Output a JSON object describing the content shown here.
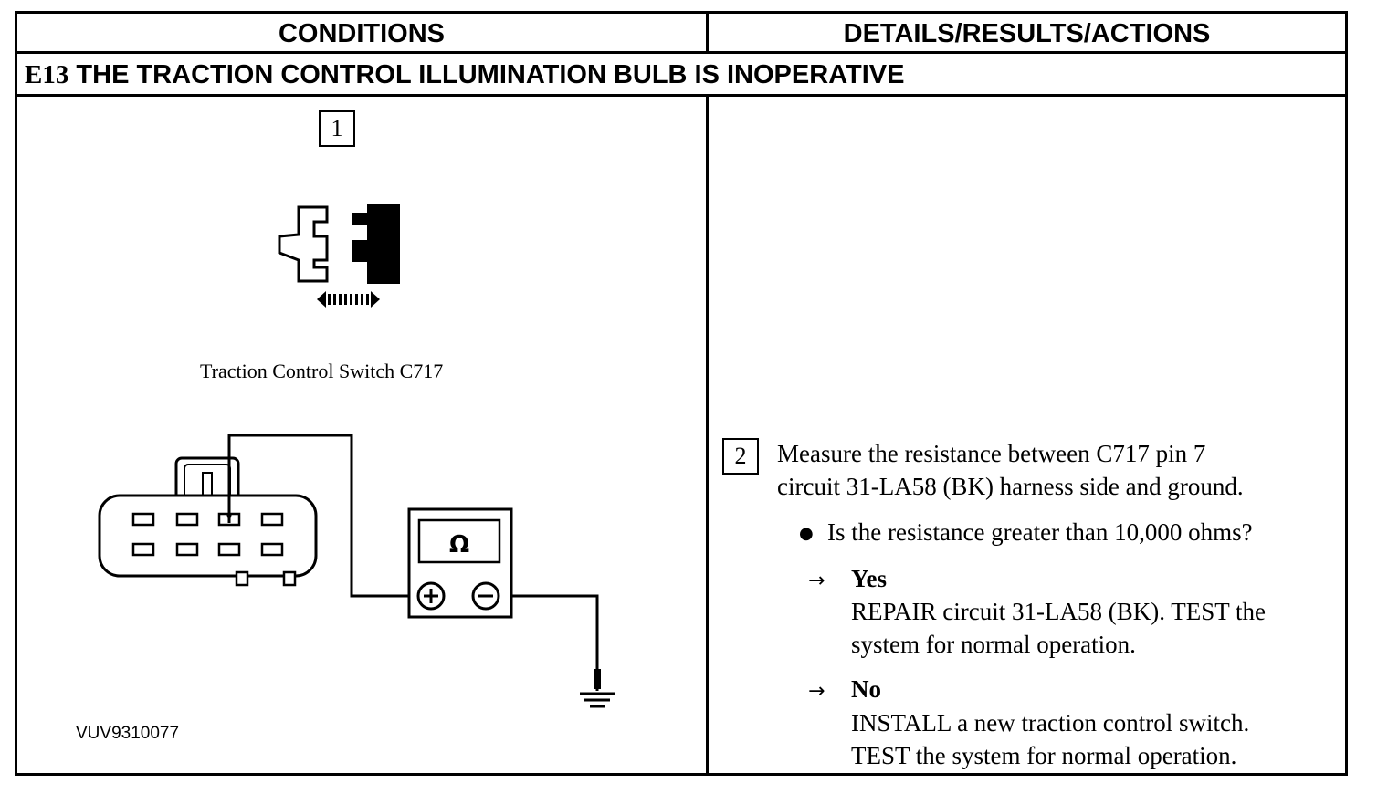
{
  "table": {
    "headers": {
      "left": "CONDITIONS",
      "right": "DETAILS/RESULTS/ACTIONS"
    },
    "test_code": "E13",
    "test_title": "THE TRACTION CONTROL ILLUMINATION BULB IS INOPERATIVE"
  },
  "figure": {
    "step_number": "1",
    "connector_caption": "Traction Control Switch C717",
    "meter_symbol": "Ω",
    "figure_id": "VUV9310077"
  },
  "step2": {
    "number": "2",
    "instruction_line1": "Measure the resistance between C717 pin 7",
    "instruction_line2": "circuit 31-LA58 (BK) harness side and ground.",
    "question": "Is the resistance greater than 10,000 ohms?",
    "yes": {
      "label": "Yes",
      "action_line1": "REPAIR circuit 31-LA58 (BK). TEST the",
      "action_line2": "system for normal operation."
    },
    "no": {
      "label": "No",
      "action_line1": "INSTALL a new traction control switch.",
      "action_line2": "TEST the system for normal operation."
    }
  },
  "icons": {
    "yes_arrow": "right-arrow-icon",
    "no_arrow": "right-arrow-icon",
    "bullet": "bullet-icon"
  }
}
